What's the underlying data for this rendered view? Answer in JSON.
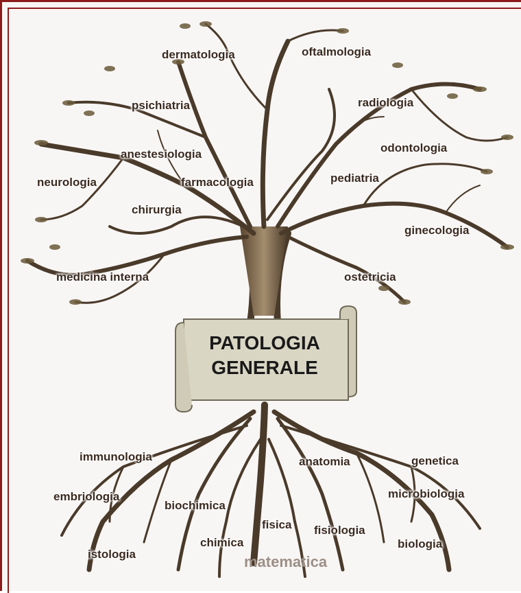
{
  "center": {
    "line1": "PATOLOGIA",
    "line2": "GENERALE"
  },
  "branches": {
    "dermatologia": "dermatologia",
    "oftalmologia": "oftalmologia",
    "psichiatria": "psichiatria",
    "radiologia": "radiologia",
    "anestesiologia": "anestesiologia",
    "odontologia": "odontologia",
    "neurologia": "neurologia",
    "farmacologia": "farmacologia",
    "pediatria": "pediatria",
    "chirurgia": "chirurgia",
    "ginecologia": "ginecologia",
    "medicina_interna": "medicina interna",
    "ostetricia": "ostetricia"
  },
  "roots": {
    "immunologia": "immunologia",
    "anatomia": "anatomia",
    "genetica": "genetica",
    "embriologia": "embriologia",
    "microbiologia": "microbiologia",
    "biochimica": "biochimica",
    "fisica": "fisica",
    "fisiologia": "fisiologia",
    "biologia": "biologia",
    "istologia": "istologia",
    "chimica": "chimica",
    "matematica": "matematica"
  },
  "colors": {
    "frame": "#8b1a1a",
    "bark": "#4a3a2a",
    "leaf": "#6b5a3a",
    "scroll": "#d9d6c4"
  }
}
